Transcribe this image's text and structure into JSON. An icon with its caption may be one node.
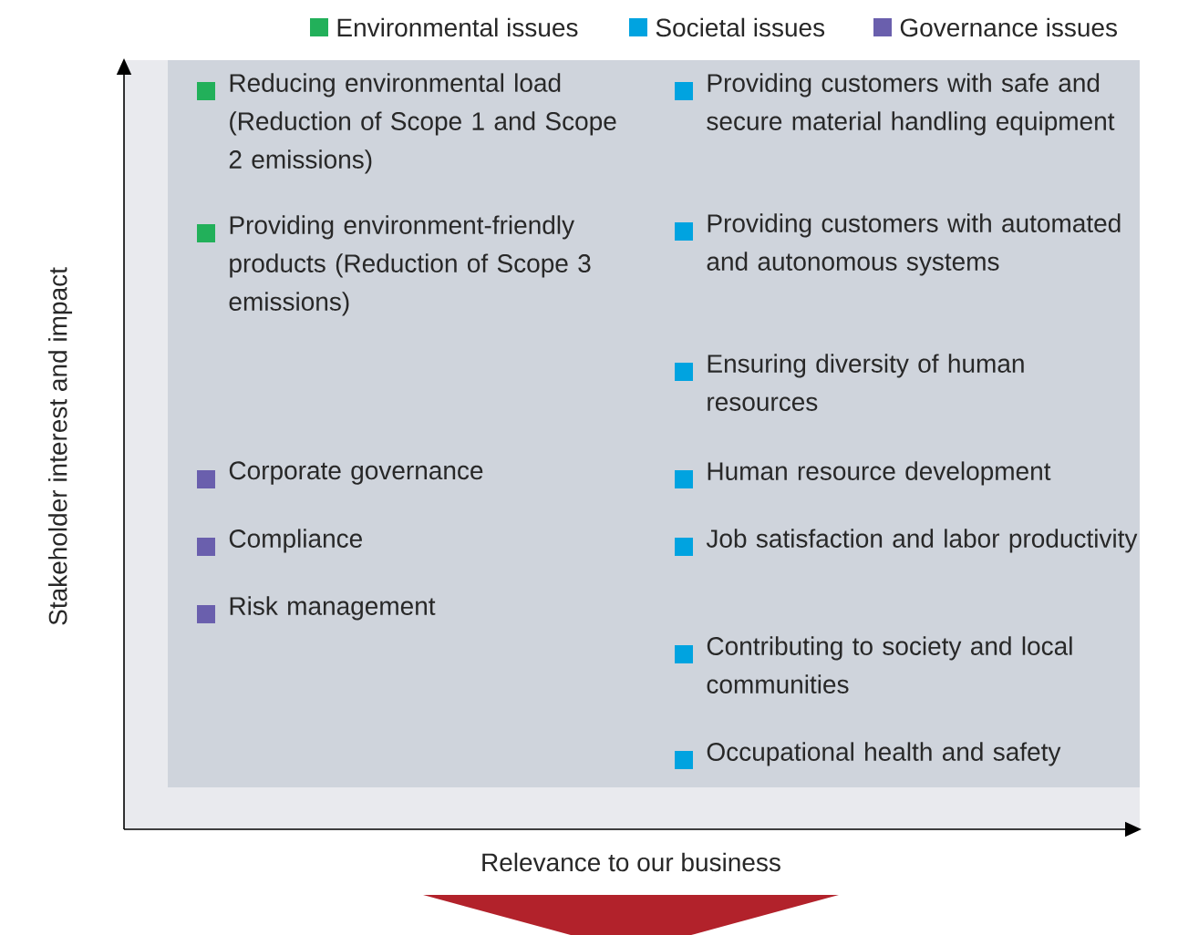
{
  "diagram": {
    "labels": [
      "Reducing environmental load (Reduction of Scope 1 and Scope 2 emissions)",
      "Providing environment-friendly products (Reduction of Scope 3 emissions)",
      "Corporate governance",
      "Compliance",
      "Risk management",
      "Providing customers with safe and secure material handling equipment",
      "Providing customers with automated and autonomous systems",
      "Ensuring diversity of human resources",
      "Human resource development",
      "Job satisfaction and labor productivity",
      "Contributing to society and local communities",
      "Occupational health and safety",
      "Stakeholder interest and impact",
      "Relevance to our business"
    ],
    "legend": [
      {
        "text": "Environmental issues",
        "color": "#22b05a"
      },
      {
        "text": "Societal issues",
        "color": "#00a3e0"
      },
      {
        "text": "Governance issues",
        "color": "#6a5fad"
      }
    ]
  }
}
